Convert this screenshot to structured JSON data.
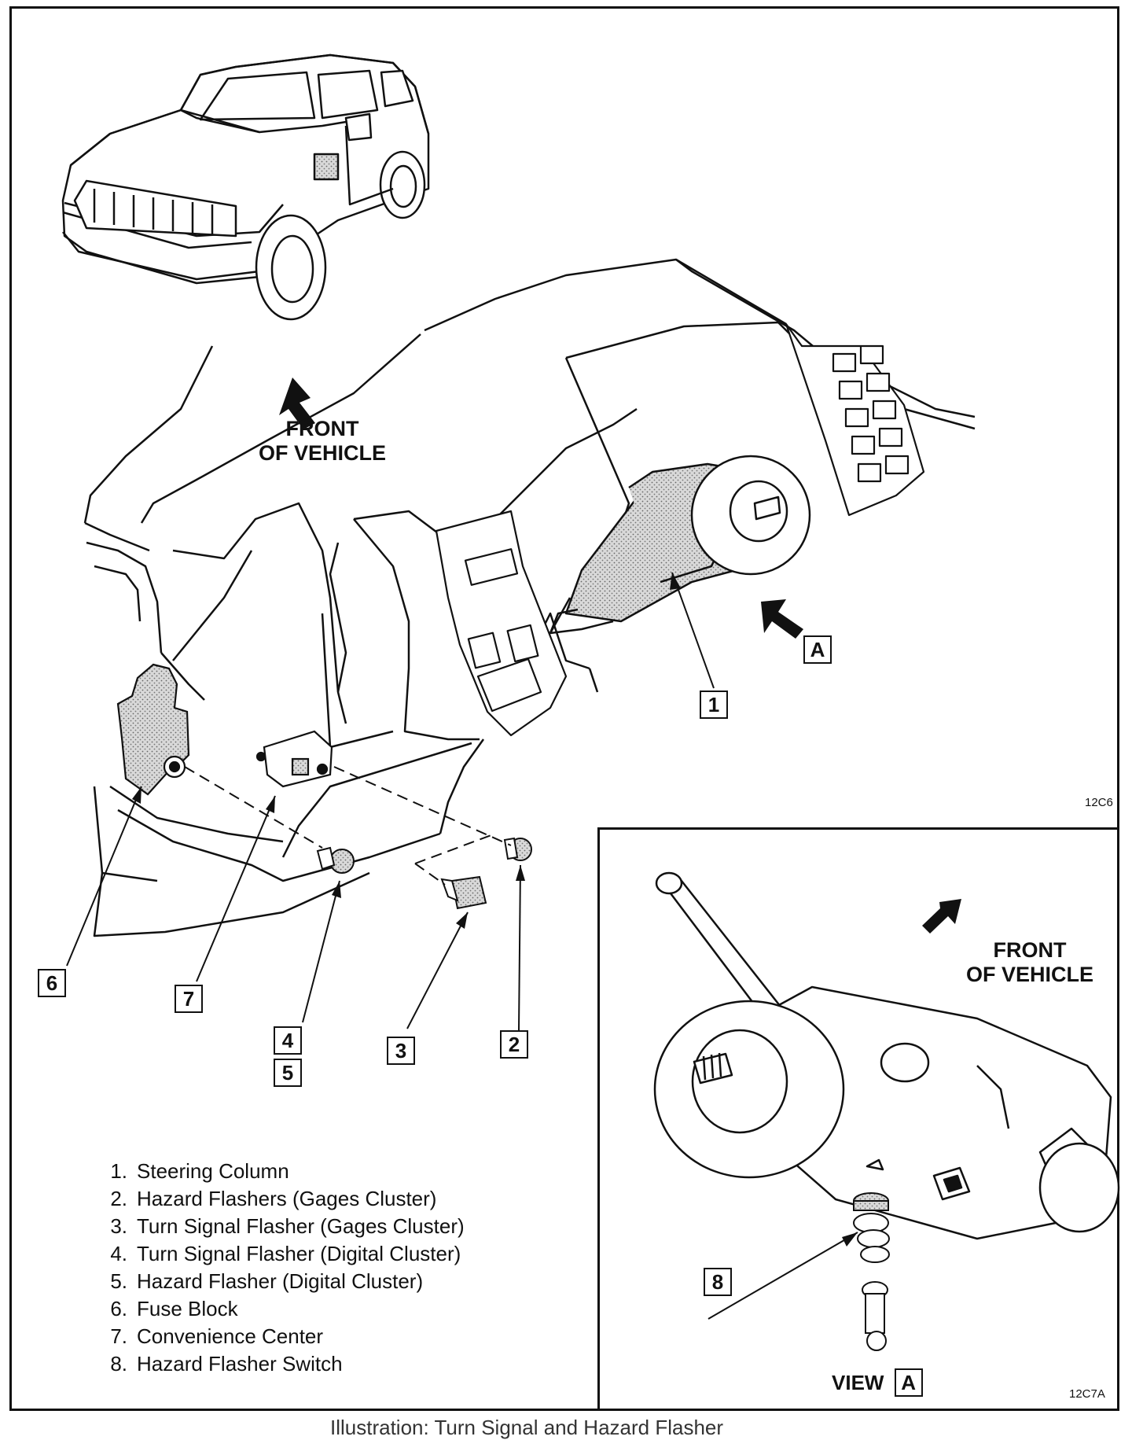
{
  "labels": {
    "front_main": "FRONT\nOF VEHICLE",
    "front_view": "FRONT\nOF VEHICLE",
    "figure_code_main": "12C6",
    "figure_code_view": "12C7A",
    "view_word": "VIEW",
    "view_letter": "A",
    "caption": "Illustration: Turn Signal and Hazard Flasher"
  },
  "callouts": {
    "c1": "1",
    "c2": "2",
    "c3": "3",
    "c4": "4",
    "c5": "5",
    "c6": "6",
    "c7": "7",
    "c8": "8",
    "cA": "A",
    "cViewA": "A"
  },
  "legend": [
    {
      "num": "1.",
      "text": "Steering Column"
    },
    {
      "num": "2.",
      "text": "Hazard Flashers (Gages Cluster)"
    },
    {
      "num": "3.",
      "text": "Turn Signal Flasher (Gages Cluster)"
    },
    {
      "num": "4.",
      "text": "Turn Signal Flasher (Digital Cluster)"
    },
    {
      "num": "5.",
      "text": "Hazard Flasher (Digital Cluster)"
    },
    {
      "num": "6.",
      "text": "Fuse Block"
    },
    {
      "num": "7.",
      "text": "Convenience Center"
    },
    {
      "num": "8.",
      "text": "Hazard Flasher Switch"
    }
  ]
}
